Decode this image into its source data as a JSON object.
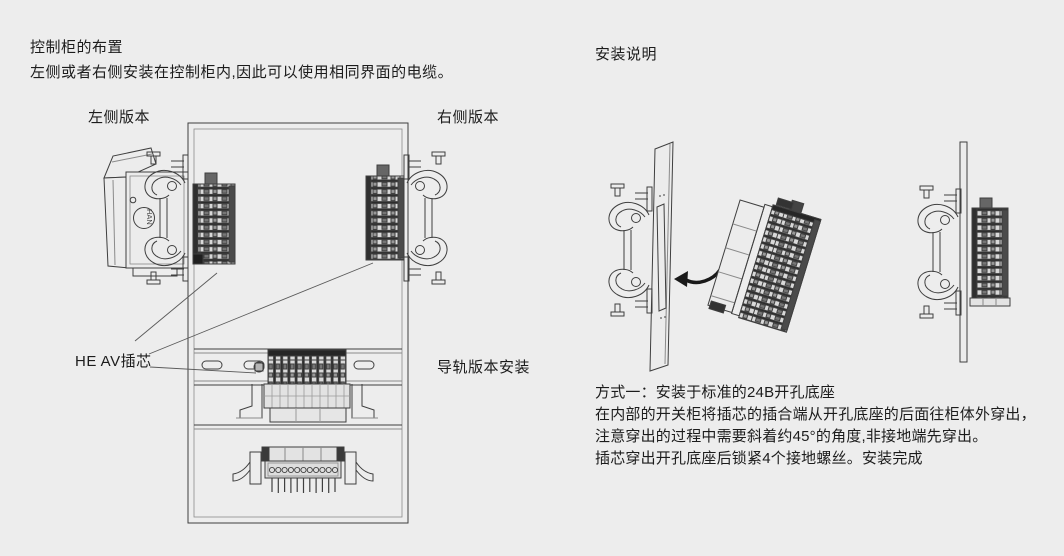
{
  "colors": {
    "background": "#ededed",
    "text": "#1c1c1c",
    "line_art": "#3f3f3f",
    "dark_fill": "#262626"
  },
  "cabinet_layout": {
    "title": "控制柜的布置",
    "description": "左侧或者右侧安装在控制柜内,因此可以使用相同界面的电缆。",
    "label_left_version": "左侧版本",
    "label_right_version": "右侧版本",
    "label_insert": "HE AV插芯",
    "label_rail_version": "导轨版本安装",
    "logo_text": "HAN"
  },
  "installation": {
    "title": "安装说明",
    "method_line1": "方式一：安装于标准的24B开孔底座",
    "line2": "在内部的开关柜将插芯的插合端从开孔底座的后面往柜体外穿出，",
    "line3": "注意穿出的过程中需要斜着约45°的角度,非接地端先穿出。",
    "line4": "插芯穿出开孔底座后锁紧4个接地螺丝。安装完成"
  }
}
